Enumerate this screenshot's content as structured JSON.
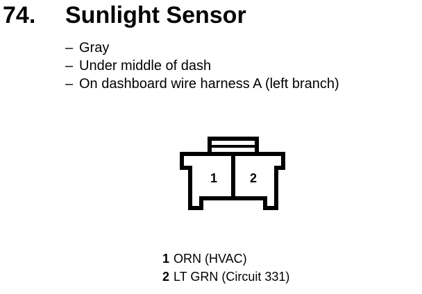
{
  "header": {
    "number": "74.",
    "title": "Sunlight Sensor"
  },
  "details": [
    {
      "dash": "–",
      "text": "Gray"
    },
    {
      "dash": "–",
      "text": "Under middle of dash"
    },
    {
      "dash": "–",
      "text": "On dashboard wire harness A (left branch)"
    }
  ],
  "connector": {
    "terminals": [
      "1",
      "2"
    ]
  },
  "pins": [
    {
      "number": "1",
      "label": "ORN (HVAC)"
    },
    {
      "number": "2",
      "label": "LT GRN (Circuit 331)"
    }
  ]
}
